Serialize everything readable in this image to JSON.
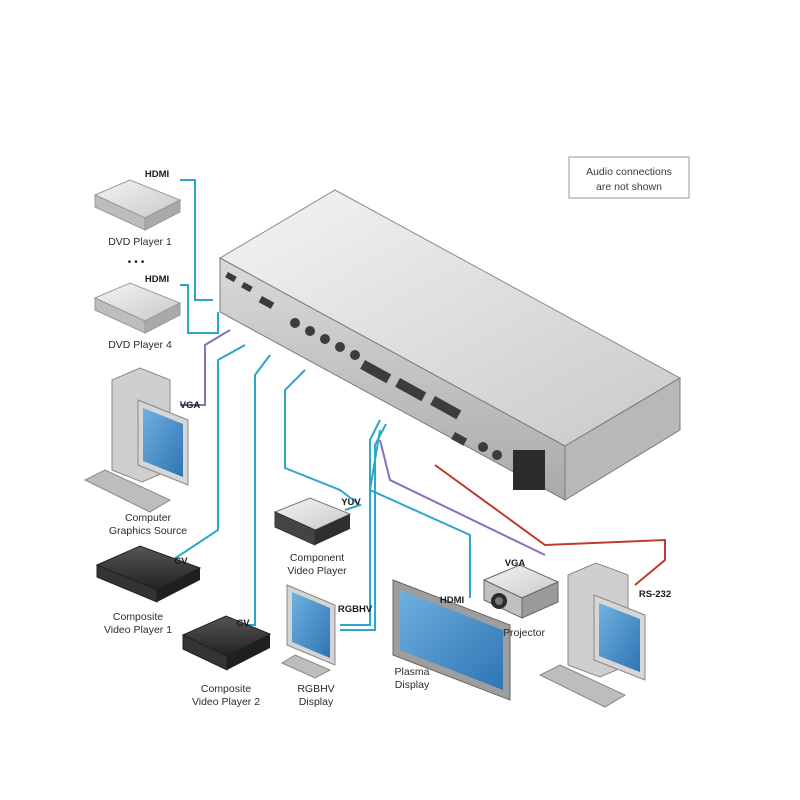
{
  "note": {
    "line1": "Audio connections",
    "line2": "are not shown"
  },
  "ellipsis": "• • •",
  "devices": {
    "dvd1": "DVD Player 1",
    "dvd4": "DVD Player 4",
    "cgs1": "Computer",
    "cgs2": "Graphics Source",
    "cvp1a": "Composite",
    "cvp1b": "Video Player 1",
    "cvp2a": "Composite",
    "cvp2b": "Video Player 2",
    "comp1": "Component",
    "comp2": "Video Player",
    "rgbhv1": "RGBHV",
    "rgbhv2": "Display",
    "plasma1": "Plasma",
    "plasma2": "Display",
    "projector": "Projector"
  },
  "connections": {
    "hdmi1": "HDMI",
    "hdmi2": "HDMI",
    "vga_in": "VGA",
    "cv1": "CV",
    "cv2": "CV",
    "yuv": "YUV",
    "rgbhv": "RGBHV",
    "hdmi_out": "HDMI",
    "vga_out": "VGA",
    "rs232": "RS-232"
  },
  "colors": {
    "hdmi_cable": "#2aa7c9",
    "vga_cable": "#8a6fb8",
    "rs232_cable": "#c0392b",
    "video_cable": "#2aa7c9"
  }
}
